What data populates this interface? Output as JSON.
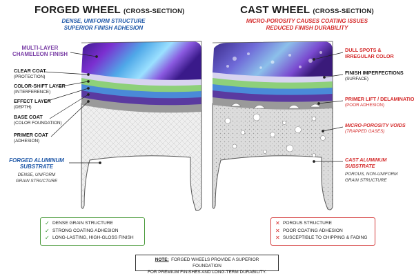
{
  "left": {
    "title": "FORGED WHEEL",
    "title_suffix": "(CROSS-SECTION)",
    "subtitle1": "DENSE, UNIFORM STRUCTURE",
    "subtitle2": "SUPERIOR FINISH ADHESION",
    "labels": [
      {
        "head": "MULTI-LAYER",
        "head2": "CHAMELEON FINISH",
        "sub": ""
      },
      {
        "head": "CLEAR COAT",
        "sub": "(PROTECTION)"
      },
      {
        "head": "COLOR-SHIFT LAYER",
        "sub": "(INTERFERENCE)"
      },
      {
        "head": "EFFECT LAYER",
        "sub": "(DEPTH)"
      },
      {
        "head": "BASE COAT",
        "sub": "(COLOR FOUNDATION)"
      },
      {
        "head": "PRIMER COAT",
        "sub": "(ADHESION)"
      },
      {
        "head": "FORGED ALUMINUM",
        "head2": "SUBSTRATE",
        "sub": "DENSE, UNIFORM",
        "sub2": "GRAIN STRUCTURE"
      }
    ],
    "benefits": [
      "DENSE GRAIN STRUCTURE",
      "STRONG COATING ADHESION",
      "LONG-LASTING, HIGH-GLOSS FINISH"
    ],
    "benefit_mark": "✓"
  },
  "right": {
    "title": "CAST WHEEL",
    "title_suffix": "(CROSS-SECTION)",
    "subtitle1": "MICRO-POROSITY CAUSES COATING ISSUES",
    "subtitle2": "REDUCED FINISH DURABILITY",
    "labels": [
      {
        "head": "DULL SPOTS &",
        "head2": "IRREGULAR COLOR",
        "sub": ""
      },
      {
        "head": "FINISH IMPERFECTIONS",
        "sub": "(SURFACE)"
      },
      {
        "head": "PRIMER LIFT / DELAMINATION",
        "sub": "(POOR ADHESION)"
      },
      {
        "head": "MICRO-POROSITY VOIDS",
        "sub": "(TRAPPED GASES)"
      },
      {
        "head": "CAST ALUMINUM",
        "head2": "SUBSTRATE",
        "sub": "POROUS, NON-UNIFORM",
        "sub2": "GRAIN STRUCTURE"
      }
    ],
    "drawbacks": [
      "POROUS STRUCTURE",
      "POOR COATING ADHESION",
      "SUSCEPTIBLE TO CHIPPING & FADING"
    ],
    "drawback_mark": "✕"
  },
  "note": {
    "label": "NOTE:",
    "line1": "FORGED WHEELS PROVIDE A SUPERIOR FOUNDATION",
    "line2": "FOR PREMIUM FINISHES AND LONG-TERM DURABILITY."
  },
  "colors": {
    "forged_blue": "#1f58a8",
    "cast_red": "#d42a2a",
    "chameleon_purple": "#7a3ea6",
    "check_green": "#2f8f2a"
  }
}
